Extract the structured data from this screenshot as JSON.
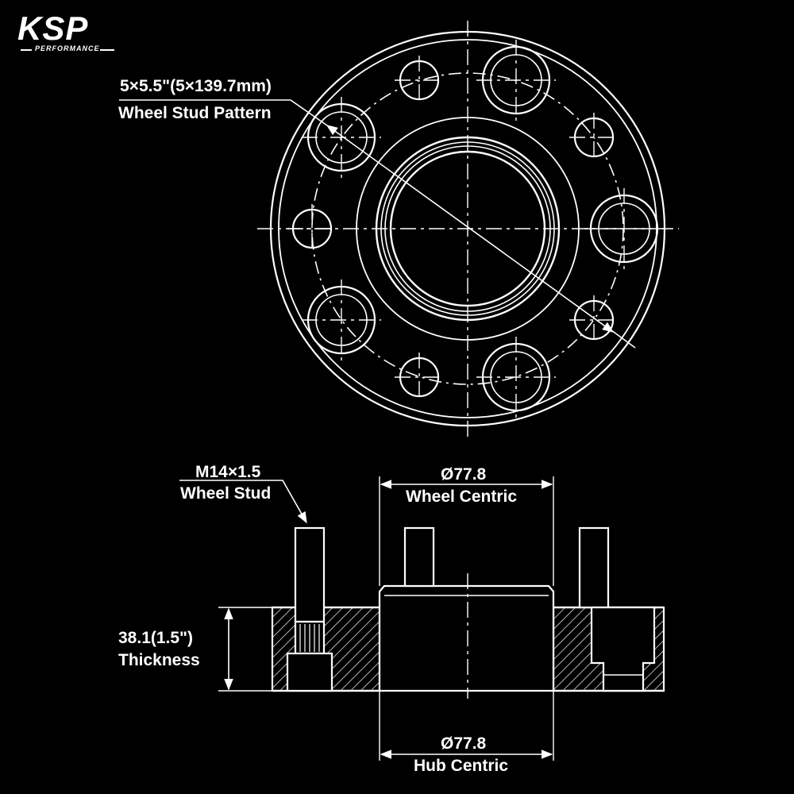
{
  "brand": {
    "logo_text": "KSP",
    "logo_subtext": "PERFORMANCE"
  },
  "labels": {
    "pattern_value": "5×5.5\"(5×139.7mm)",
    "pattern_caption": "Wheel Stud Pattern",
    "stud_value": "M14×1.5",
    "stud_caption": "Wheel Stud",
    "wheel_centric_value": "Ø77.8",
    "wheel_centric_caption": "Wheel Centric",
    "thickness_value": "38.1(1.5\")",
    "thickness_caption": "Thickness",
    "hub_centric_value": "Ø77.8",
    "hub_centric_caption": "Hub Centric"
  },
  "colors": {
    "background": "#000000",
    "line": "#ffffff"
  }
}
